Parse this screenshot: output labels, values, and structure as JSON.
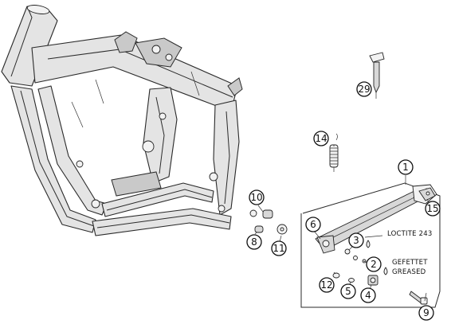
{
  "callouts": [
    {
      "id": "c1",
      "label": "1"
    },
    {
      "id": "c2",
      "label": "2"
    },
    {
      "id": "c3",
      "label": "3"
    },
    {
      "id": "c4",
      "label": "4"
    },
    {
      "id": "c5",
      "label": "5"
    },
    {
      "id": "c6",
      "label": "6"
    },
    {
      "id": "c8",
      "label": "8"
    },
    {
      "id": "c9",
      "label": "9"
    },
    {
      "id": "c10",
      "label": "10"
    },
    {
      "id": "c11",
      "label": "11"
    },
    {
      "id": "c12",
      "label": "12"
    },
    {
      "id": "c14",
      "label": "14"
    },
    {
      "id": "c15",
      "label": "15"
    },
    {
      "id": "c29",
      "label": "29"
    }
  ],
  "notes": {
    "loctite": "LOCTITE 243",
    "greased_de": "GEFETTET",
    "greased_en": "GREASED"
  }
}
